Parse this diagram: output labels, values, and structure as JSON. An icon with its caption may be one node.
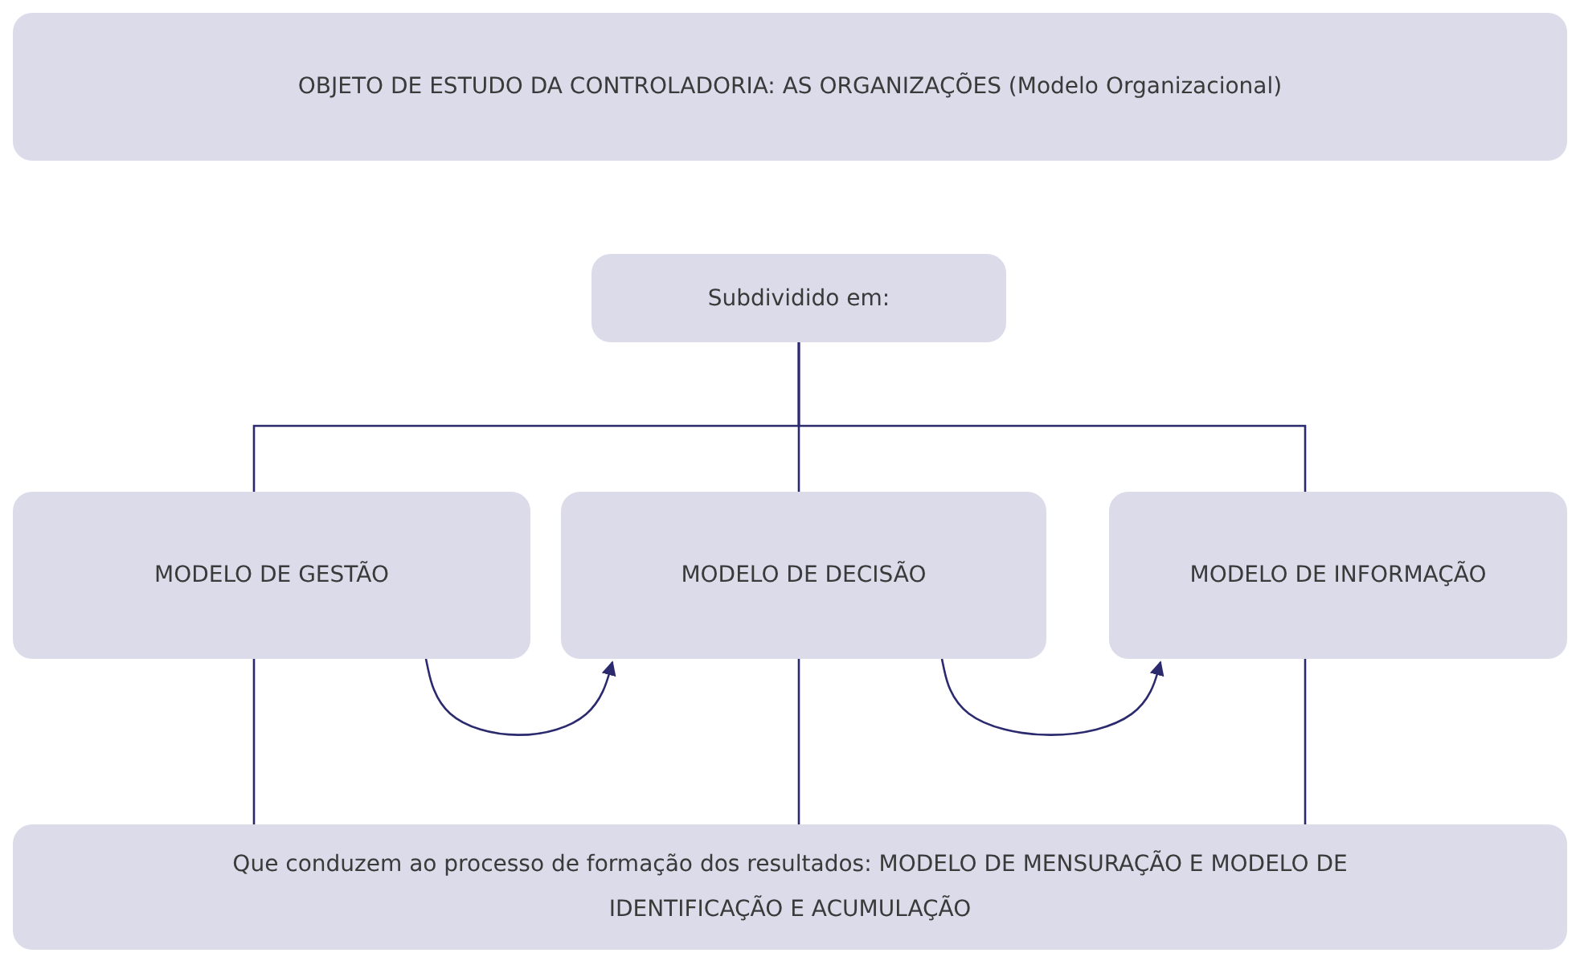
{
  "diagram": {
    "nodes": [
      {
        "text": [
          "OBJETO DE ESTUDO DA CONTROLADORIA: AS ORGANIZAÇÕES (Modelo Organizacional)"
        ]
      },
      {
        "text": [
          "Subdividido em:"
        ]
      },
      {
        "text": [
          "MODELO DE GESTÃO"
        ]
      },
      {
        "text": [
          "MODELO DE DECISÃO"
        ]
      },
      {
        "text": [
          "MODELO DE INFORMAÇÃO"
        ]
      },
      {
        "text": [
          "Que conduzem ao processo de formação dos resultados: MODELO DE MENSURAÇÃO E MODELO DE IDENTIFICAÇÃO E ACUMULAÇÃO"
        ]
      }
    ],
    "edges": [
      {
        "from": 1,
        "to": 2,
        "arrow": "none"
      },
      {
        "from": 1,
        "to": 3,
        "arrow": "none"
      },
      {
        "from": 1,
        "to": 4,
        "arrow": "none"
      },
      {
        "from": 2,
        "to": 3,
        "arrow": "to"
      },
      {
        "from": 3,
        "to": 4,
        "arrow": "to"
      },
      {
        "from": 2,
        "to": 5,
        "arrow": "none"
      },
      {
        "from": 3,
        "to": 5,
        "arrow": "none"
      },
      {
        "from": 4,
        "to": 5,
        "arrow": "none"
      }
    ]
  }
}
